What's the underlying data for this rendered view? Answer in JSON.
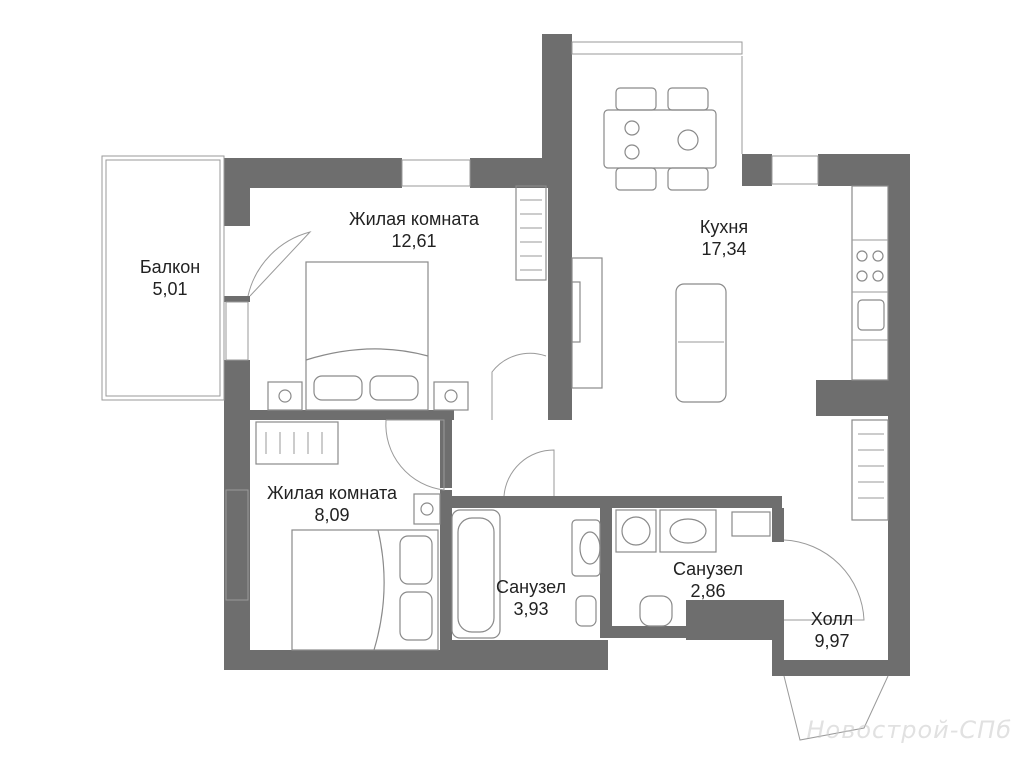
{
  "rooms": {
    "living1": {
      "name": "Жилая комната",
      "area": "12,61"
    },
    "living2": {
      "name": "Жилая комната",
      "area": "8,09"
    },
    "kitchen": {
      "name": "Кухня",
      "area": "17,34"
    },
    "balcony": {
      "name": "Балкон",
      "area": "5,01"
    },
    "bath1": {
      "name": "Санузел",
      "area": "3,93"
    },
    "bath2": {
      "name": "Санузел",
      "area": "2,86"
    },
    "hall": {
      "name": "Холл",
      "area": "9,97"
    }
  },
  "watermark": "Новострой-СПб",
  "colors": {
    "wall": "#6e6e6e",
    "fixture": "#8a8a8a"
  }
}
